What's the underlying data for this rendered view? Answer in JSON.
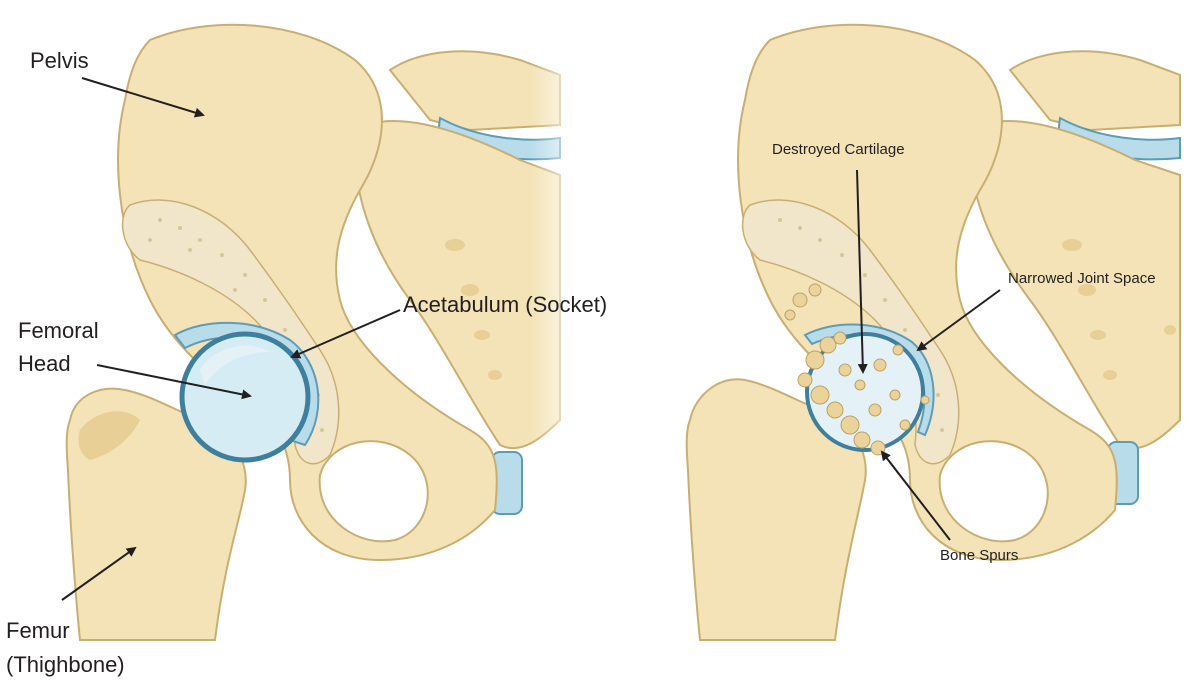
{
  "labels": {
    "pelvis": "Pelvis",
    "acetabulum": "Acetabulum (Socket)",
    "femoral_head_line1": "Femoral",
    "femoral_head_line2": "Head",
    "femur_line1": "Femur",
    "femur_line2": "(Thighbone)",
    "destroyed_cartilage": "Destroyed Cartilage",
    "narrowed_joint_space": "Narrowed Joint Space",
    "bone_spurs": "Bone Spurs"
  },
  "colors": {
    "bone": "#f3e3b6",
    "bone_outline": "#c9ae72",
    "cartilage": "#b9dcea",
    "femoral_head": "#d6ecf4",
    "text": "#231f20"
  }
}
